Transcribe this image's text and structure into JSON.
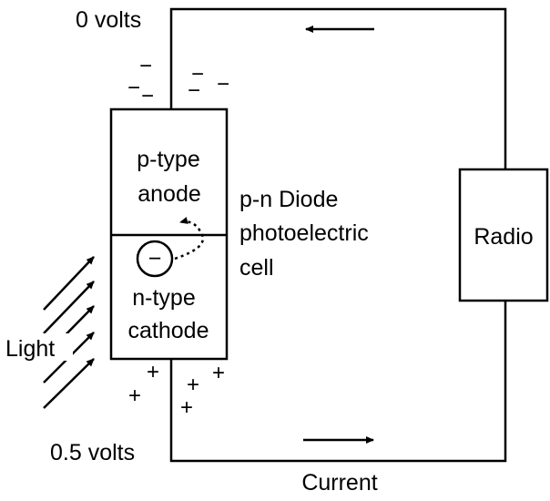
{
  "labels": {
    "top_voltage": "0 volts",
    "bottom_voltage": "0.5 volts",
    "p_region_line1": "p-type",
    "p_region_line2": "anode",
    "n_region_line1": "n-type",
    "n_region_line2": "cathode",
    "device_line1": "p-n Diode",
    "device_line2": "photoelectric",
    "device_line3": "cell",
    "load": "Radio",
    "light": "Light",
    "current": "Current",
    "electron_symbol": "−"
  },
  "charges": {
    "negative": [
      "−",
      "−",
      "−",
      "−",
      "−",
      "−"
    ],
    "positive": [
      "+",
      "+",
      "+",
      "+",
      "+"
    ]
  }
}
